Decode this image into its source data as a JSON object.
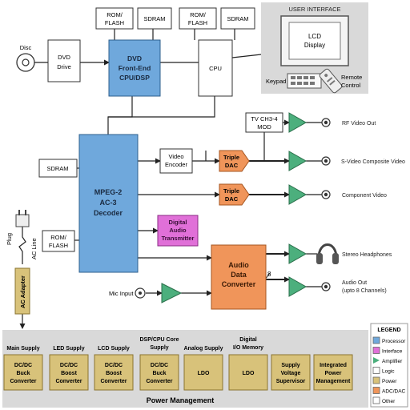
{
  "diagram": {
    "colors": {
      "processor": "#6fa8dc",
      "interface": "#e070d8",
      "amplifier": "#4caf7d",
      "logic": "#ffffff",
      "power": "#d8c27a",
      "adc_dac": "#f0955a",
      "other": "#ffffff",
      "panel": "#d9d9d9",
      "line": "#222222"
    },
    "blocks": {
      "disc": "Disc",
      "dvd_drive": [
        "DVD",
        "Drive"
      ],
      "rom_flash_top1": [
        "ROM/",
        "FLASH"
      ],
      "sdram_top1": "SDRAM",
      "rom_flash_top2": [
        "ROM/",
        "FLASH"
      ],
      "sdram_top2": "SDRAM",
      "dvd_frontend": [
        "DVD",
        "Front-End",
        "CPU/DSP"
      ],
      "cpu": "CPU",
      "ui_title": "USER INTERFACE",
      "lcd": [
        "LCD",
        "Display"
      ],
      "keypad": "Keypad",
      "remote": [
        "Remote",
        "Control"
      ],
      "tv_mod": [
        "TV CH3-4",
        "MOD"
      ],
      "rf_out": "RF Video Out",
      "sdram_left": "SDRAM",
      "video_encoder": [
        "Video",
        "Encoder"
      ],
      "triple_dac_1": [
        "Triple",
        "DAC"
      ],
      "triple_dac_2": [
        "Triple",
        "DAC"
      ],
      "svideo_out": "S-Video Composite Video",
      "component_out": "Component Video",
      "mpeg": [
        "MPEG-2",
        "AC-3",
        "Decoder"
      ],
      "digital_audio_tx": [
        "Digital",
        "Audio",
        "Transmitter"
      ],
      "rom_flash_left": [
        "ROM/",
        "FLASH"
      ],
      "plug": "Plug",
      "ac_line": "AC Line",
      "ac_adapter": "AC Adapter",
      "audio_conv": [
        "Audio",
        "Data",
        "Converter"
      ],
      "stereo_headphones": "Stereo Headphones",
      "bus_width": "8",
      "audio_out": [
        "Audio Out",
        "(upto 8 Channels)"
      ],
      "mic_input": "Mic Input"
    },
    "power": {
      "title": "Power Management",
      "labels": [
        [
          "Main Supply"
        ],
        [
          "LED Supply"
        ],
        [
          "LCD Supply"
        ],
        [
          "DSP/CPU Core",
          "Supply"
        ],
        [
          "Analog Supply"
        ],
        [
          "Digital",
          "I/O Memory"
        ]
      ],
      "boxes": [
        [
          "DC/DC",
          "Buck",
          "Converter"
        ],
        [
          "DC/DC",
          "Boost",
          "Converter"
        ],
        [
          "DC/DC",
          "Boost",
          "Converter"
        ],
        [
          "DC/DC",
          "Buck",
          "Converter"
        ],
        [
          "LDO"
        ],
        [
          "LDO"
        ],
        [
          "Supply",
          "Voltage",
          "Supervisor"
        ],
        [
          "Integrated",
          "Power",
          "Management"
        ]
      ]
    },
    "legend": {
      "title": "LEGEND",
      "items": [
        "Processor",
        "Interface",
        "Amplifier",
        "Logic",
        "Power",
        "ADC/DAC",
        "Other"
      ]
    }
  }
}
